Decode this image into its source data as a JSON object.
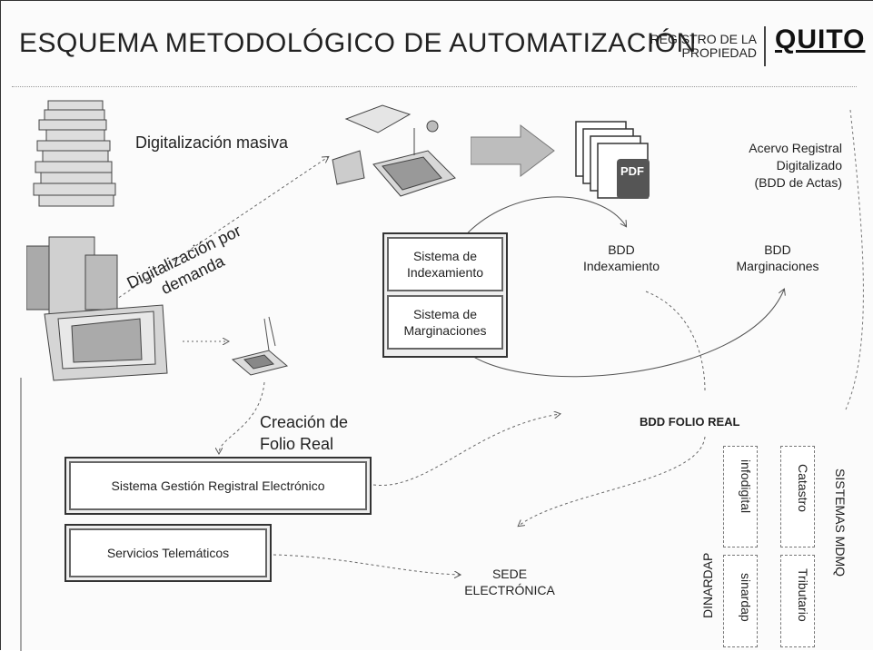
{
  "header": {
    "title": "ESQUEMA METODOLÓGICO DE AUTOMATIZACIÓN",
    "org_line1": "REGISTRO DE LA",
    "org_line2": "PROPIEDAD",
    "logo": "QUITO"
  },
  "labels": {
    "mass_digitization": "Digitalización masiva",
    "demand_line1": "Digitalización por",
    "demand_line2": "demanda",
    "acervo_line1": "Acervo Registral",
    "acervo_line2": "Digitalizado",
    "acervo_line3": "(BDD de Actas)",
    "bdd_index_line1": "BDD",
    "bdd_index_line2": "Indexamiento",
    "bdd_marg_line1": "BDD",
    "bdd_marg_line2": "Marginaciones",
    "folio_creation_line1": "Creación de",
    "folio_creation_line2": "Folio Real",
    "bdd_folio_real": "BDD FOLIO REAL",
    "sede_line1": "SEDE",
    "sede_line2": "ELECTRÓNICA",
    "pdf": "PDF"
  },
  "boxes": {
    "indexamiento_line1": "Sistema de",
    "indexamiento_line2": "Indexamiento",
    "marginaciones_line1": "Sistema de",
    "marginaciones_line2": "Marginaciones",
    "gestion": "Sistema Gestión Registral Electrónico",
    "telematicos": "Servicios Telemáticos"
  },
  "vertical": {
    "dinardap": "DINARDAP",
    "infodigital": "infodigital",
    "sinardap": "sinardap",
    "catastro": "Catastro",
    "tributario": "Tributario",
    "sistemas_mdmq": "SISTEMAS MDMQ"
  },
  "colors": {
    "line": "#555555",
    "border": "#333333",
    "arrow_fill": "#bdbdbd"
  }
}
